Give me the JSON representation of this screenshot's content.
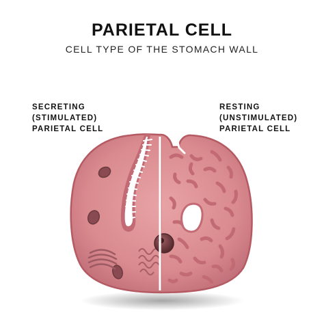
{
  "header": {
    "title": "PARIETAL CELL",
    "subtitle": "CELL TYPE OF THE STOMACH WALL"
  },
  "labels": {
    "left": [
      "SECRETING",
      "(STIMULATED)",
      "PARIETAL CELL"
    ],
    "right": [
      "RESTING",
      "(UNSTIMULATED)",
      "PARIETAL CELL"
    ]
  },
  "colors": {
    "cytoplasm": "#d98a8e",
    "membrane": "#b55a62",
    "canaliculus": "#ffffff",
    "tubulovesicle": "#c36b74",
    "mitochondria": "#8a4a52",
    "nucleus": "#6b3a3e",
    "divider": "#ffffff"
  }
}
